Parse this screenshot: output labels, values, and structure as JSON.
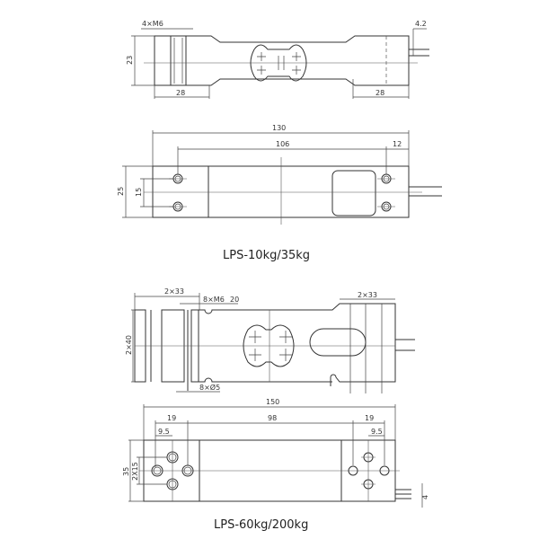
{
  "view1": {
    "thread": "4×M6",
    "height": "23",
    "left_len": "28",
    "right_len": "28",
    "cable": "4.2"
  },
  "view2": {
    "total": "130",
    "span": "106",
    "end": "12",
    "height": "25",
    "hole_pitch": "15"
  },
  "caption1": "LPS-10kg/35kg",
  "view3": {
    "left_block": "2×33",
    "thread": "8×M6",
    "depth": "20",
    "right_block": "2×33",
    "height": "2×40",
    "bore": "8×Ø5"
  },
  "view4": {
    "total": "150",
    "left_block": "19",
    "span": "98",
    "right_block": "19",
    "left_half": "9.5",
    "right_half": "9.5",
    "height": "35",
    "hole_pitch": "2X15",
    "cable": "4"
  },
  "caption2": "LPS-60kg/200kg"
}
